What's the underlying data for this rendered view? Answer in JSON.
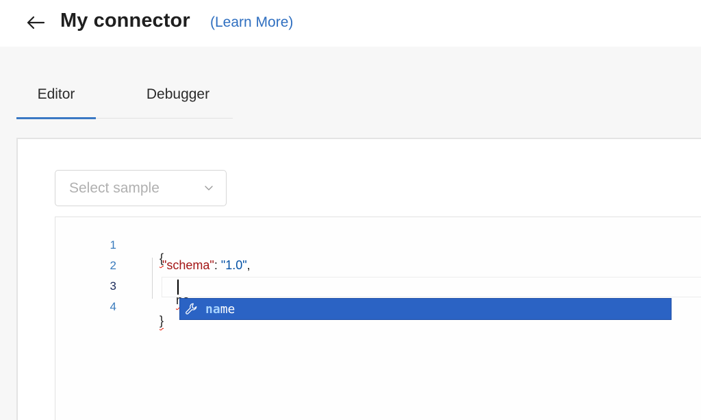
{
  "header": {
    "title": "My connector",
    "learn_more": "(Learn More)"
  },
  "tabs": [
    {
      "label": "Editor",
      "active": true
    },
    {
      "label": "Debugger",
      "active": false
    }
  ],
  "sample_select": {
    "placeholder": "Select sample"
  },
  "editor": {
    "line_numbers": [
      "1",
      "2",
      "3",
      "4"
    ],
    "lines": {
      "open_brace": "{",
      "schema_key": "\"schema\"",
      "colon": ": ",
      "schema_value": "\"1.0\"",
      "comma": ",",
      "typed": "na",
      "close_brace": "}"
    },
    "active_line": 3
  },
  "suggestion": {
    "match": "na",
    "rest": "me",
    "icon": "wrench-icon"
  },
  "colors": {
    "accent": "#3a78c4",
    "link": "#2f6fc0",
    "suggest_bg": "#2b63c4",
    "json_key": "#a31515",
    "json_string": "#0451a5"
  }
}
